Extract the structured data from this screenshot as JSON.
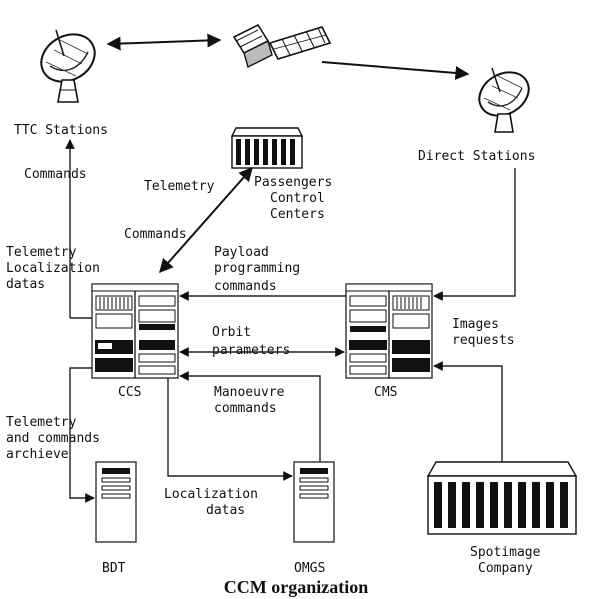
{
  "diagram": {
    "caption": "CCM organization",
    "nodes": {
      "ttc": {
        "label": "TTC Stations"
      },
      "direct": {
        "label": "Direct Stations"
      },
      "passengers": {
        "lines": [
          "Passengers",
          "Control",
          "Centers"
        ]
      },
      "ccs": {
        "label": "CCS"
      },
      "cms": {
        "label": "CMS"
      },
      "bdt": {
        "label": "BDT"
      },
      "omgs": {
        "label": "OMGS"
      },
      "spotimage": {
        "lines": [
          "Spotimage",
          "Company"
        ]
      }
    },
    "edge_labels": {
      "commands_ttc": "Commands",
      "telemetry_pcc": "Telemetry",
      "commands_pcc": "Commands",
      "tlm_loc": [
        "Telemetry",
        "Localization",
        "datas"
      ],
      "payload": [
        "Payload",
        "programming",
        "commands"
      ],
      "orbit": [
        "Orbit",
        "parameters"
      ],
      "images": [
        "Images",
        "requests"
      ],
      "manoeuvre": [
        "Manoeuvre",
        "commands"
      ],
      "archieve": [
        "Telemetry",
        "and commands",
        "archieve"
      ],
      "localization": [
        "Localization",
        "datas"
      ]
    }
  }
}
